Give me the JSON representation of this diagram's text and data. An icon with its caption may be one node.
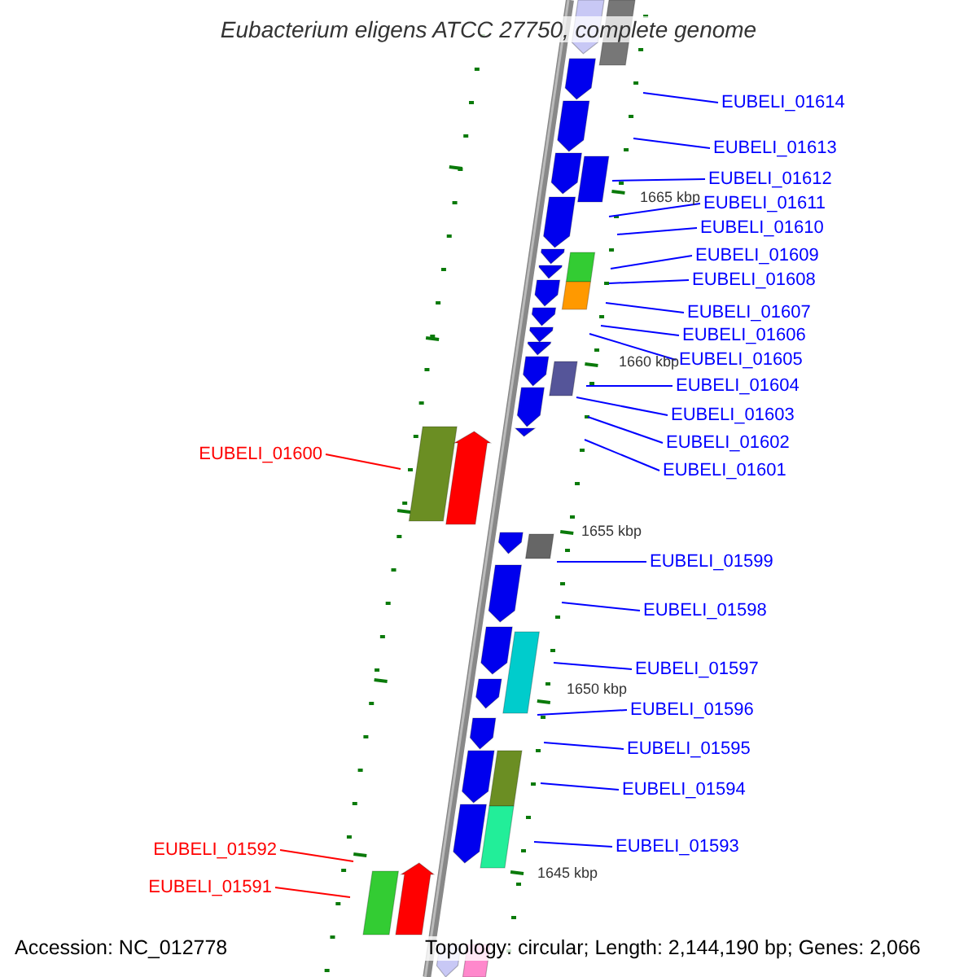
{
  "diagram": {
    "title": "Eubacterium eligens ATCC 27750, complete genome",
    "nodes": [
      {
        "text": [
          "EUBELI_01614"
        ]
      },
      {
        "text": [
          "EUBELI_01613"
        ]
      },
      {
        "text": [
          "EUBELI_01612"
        ]
      },
      {
        "text": [
          "EUBELI_01611"
        ]
      },
      {
        "text": [
          "EUBELI_01610"
        ]
      },
      {
        "text": [
          "EUBELI_01609"
        ]
      },
      {
        "text": [
          "EUBELI_01608"
        ]
      },
      {
        "text": [
          "EUBELI_01607"
        ]
      },
      {
        "text": [
          "EUBELI_01606"
        ]
      },
      {
        "text": [
          "EUBELI_01605"
        ]
      },
      {
        "text": [
          "EUBELI_01604"
        ]
      },
      {
        "text": [
          "EUBELI_01603"
        ]
      },
      {
        "text": [
          "EUBELI_01602"
        ]
      },
      {
        "text": [
          "EUBELI_01601"
        ]
      },
      {
        "text": [
          "EUBELI_01600"
        ]
      },
      {
        "text": [
          "EUBELI_01599"
        ]
      },
      {
        "text": [
          "EUBELI_01598"
        ]
      },
      {
        "text": [
          "EUBELI_01597"
        ]
      },
      {
        "text": [
          "EUBELI_01596"
        ]
      },
      {
        "text": [
          "EUBELI_01595"
        ]
      },
      {
        "text": [
          "EUBELI_01594"
        ]
      },
      {
        "text": [
          "EUBELI_01593"
        ]
      },
      {
        "text": [
          "EUBELI_01592"
        ]
      },
      {
        "text": [
          "EUBELI_01591"
        ]
      }
    ],
    "edges": [
      {
        "from": 0,
        "to": null,
        "arrow": "none"
      },
      {
        "from": 1,
        "to": null,
        "arrow": "none"
      },
      {
        "from": 2,
        "to": null,
        "arrow": "none"
      },
      {
        "from": 3,
        "to": null,
        "arrow": "none"
      },
      {
        "from": 4,
        "to": null,
        "arrow": "none"
      },
      {
        "from": 5,
        "to": null,
        "arrow": "none"
      },
      {
        "from": 6,
        "to": null,
        "arrow": "none"
      },
      {
        "from": 7,
        "to": null,
        "arrow": "none"
      },
      {
        "from": 8,
        "to": null,
        "arrow": "none"
      },
      {
        "from": 9,
        "to": null,
        "arrow": "none"
      },
      {
        "from": 10,
        "to": null,
        "arrow": "none"
      },
      {
        "from": 11,
        "to": null,
        "arrow": "none"
      },
      {
        "from": 12,
        "to": null,
        "arrow": "none"
      },
      {
        "from": 13,
        "to": null,
        "arrow": "none"
      },
      {
        "from": 14,
        "to": null,
        "arrow": "none",
        "color": "#ff0000"
      },
      {
        "from": 15,
        "to": null,
        "arrow": "none"
      },
      {
        "from": 16,
        "to": null,
        "arrow": "none"
      },
      {
        "from": 17,
        "to": null,
        "arrow": "none"
      },
      {
        "from": 18,
        "to": null,
        "arrow": "none"
      },
      {
        "from": 19,
        "to": null,
        "arrow": "none"
      },
      {
        "from": 20,
        "to": null,
        "arrow": "none"
      },
      {
        "from": 21,
        "to": null,
        "arrow": "none"
      },
      {
        "from": 22,
        "to": null,
        "arrow": "none",
        "color": "#ff0000"
      },
      {
        "from": 23,
        "to": null,
        "arrow": "none",
        "color": "#ff0000"
      }
    ],
    "labels": [
      "1665 kbp",
      "1660 kbp",
      "1655 kbp",
      "1650 kbp",
      "1645 kbp",
      "Accession: NC_012778",
      "Topology: circular; Length: 2,144,190 bp; Genes: 2,066"
    ]
  }
}
